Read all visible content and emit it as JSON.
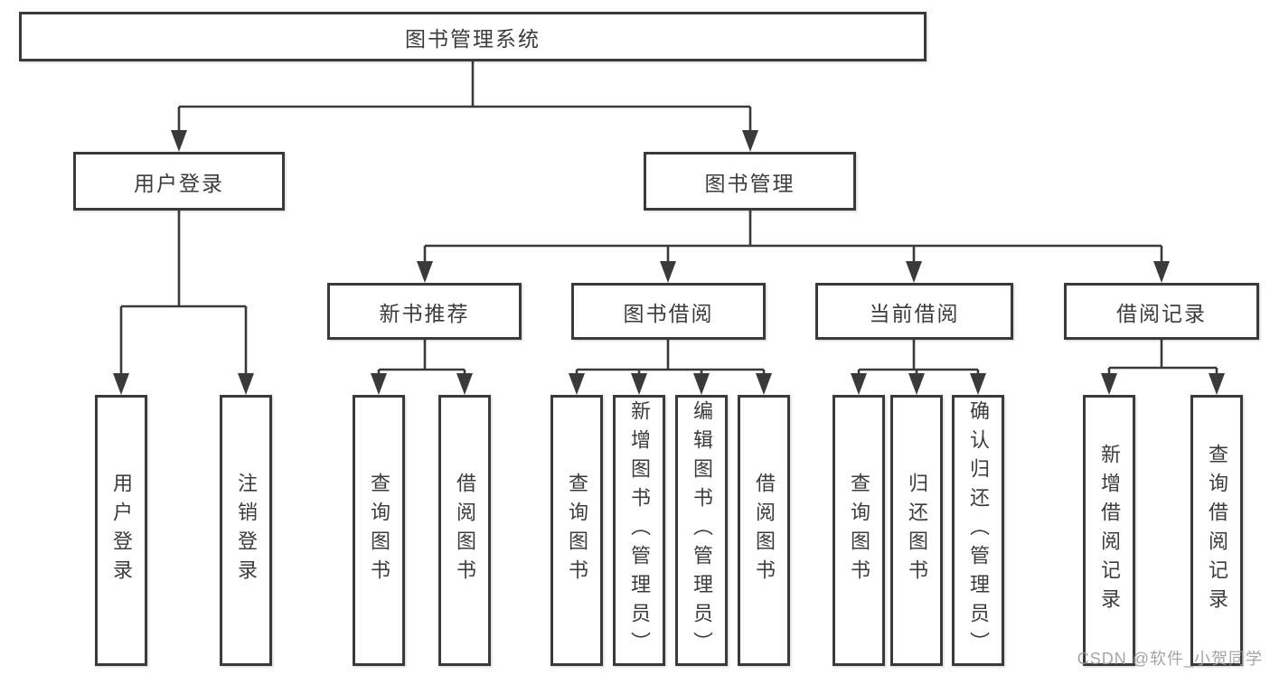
{
  "colors": {
    "line": "#3a3a3a",
    "text": "#3c3c3c",
    "background": "#ffffff",
    "watermark": "#9b9b9b"
  },
  "tree": {
    "root": {
      "label": "图书管理系统"
    },
    "branches": [
      {
        "label": "用户登录",
        "children": [
          {
            "label": "用户登录"
          },
          {
            "label": "注销登录"
          }
        ]
      },
      {
        "label": "图书管理",
        "children": [
          {
            "label": "新书推荐",
            "children": [
              {
                "label": "查询图书"
              },
              {
                "label": "借阅图书"
              }
            ]
          },
          {
            "label": "图书借阅",
            "children": [
              {
                "label": "查询图书"
              },
              {
                "label": "新增图书（管理员）"
              },
              {
                "label": "编辑图书（管理员）"
              },
              {
                "label": "借阅图书"
              }
            ]
          },
          {
            "label": "当前借阅",
            "children": [
              {
                "label": "查询图书"
              },
              {
                "label": "归还图书"
              },
              {
                "label": "确认归还（管理员）"
              }
            ]
          },
          {
            "label": "借阅记录",
            "children": [
              {
                "label": "新增借阅记录"
              },
              {
                "label": "查询借阅记录"
              }
            ]
          }
        ]
      }
    ]
  },
  "watermark": {
    "text": "CSDN @软件_小贺同学"
  }
}
